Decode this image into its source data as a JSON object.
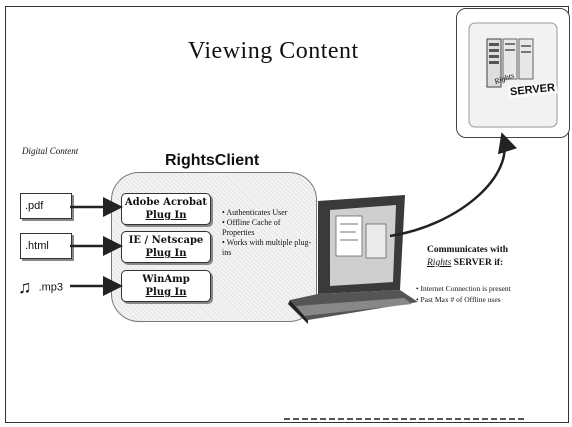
{
  "slide": {
    "title": "Viewing Content",
    "digital_content_label": "Digital Content",
    "rightsclient_title": "RightsClient"
  },
  "server": {
    "label": "SERVER",
    "rights_text": "Rights"
  },
  "files": [
    {
      "label": ".pdf"
    },
    {
      "label": ".html"
    },
    {
      "label": ".mp3",
      "icon": "music-note-icon"
    }
  ],
  "plugins": [
    {
      "line1": "Adobe Acrobat",
      "line2": "Plug In"
    },
    {
      "line1": "IE / Netscape",
      "line2": "Plug In"
    },
    {
      "line1": "WinAmp",
      "line2": "Plug In"
    }
  ],
  "features": [
    "• Authenticates User",
    "• Offline Cache of Properties",
    "• Works with multiple plug-ins"
  ],
  "communicates": {
    "line1": "Communicates with",
    "rights": "Rights",
    "line2": "SERVER if:"
  },
  "conditions": [
    "• Internet Connection is present",
    "• Past Max # of Offline uses"
  ]
}
